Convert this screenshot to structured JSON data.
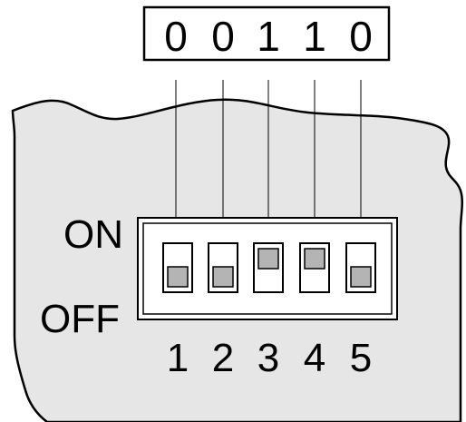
{
  "code": {
    "digits": [
      "0",
      "0",
      "1",
      "1",
      "0"
    ]
  },
  "labels": {
    "on": "ON",
    "off": "OFF"
  },
  "switches": [
    {
      "number": "1",
      "state": "off"
    },
    {
      "number": "2",
      "state": "off"
    },
    {
      "number": "3",
      "state": "on"
    },
    {
      "number": "4",
      "state": "on"
    },
    {
      "number": "5",
      "state": "off"
    }
  ],
  "colors": {
    "board": "#e6e6e6",
    "outline": "#000000",
    "slot": "#ffffff",
    "knob": "#b4b4b4"
  }
}
